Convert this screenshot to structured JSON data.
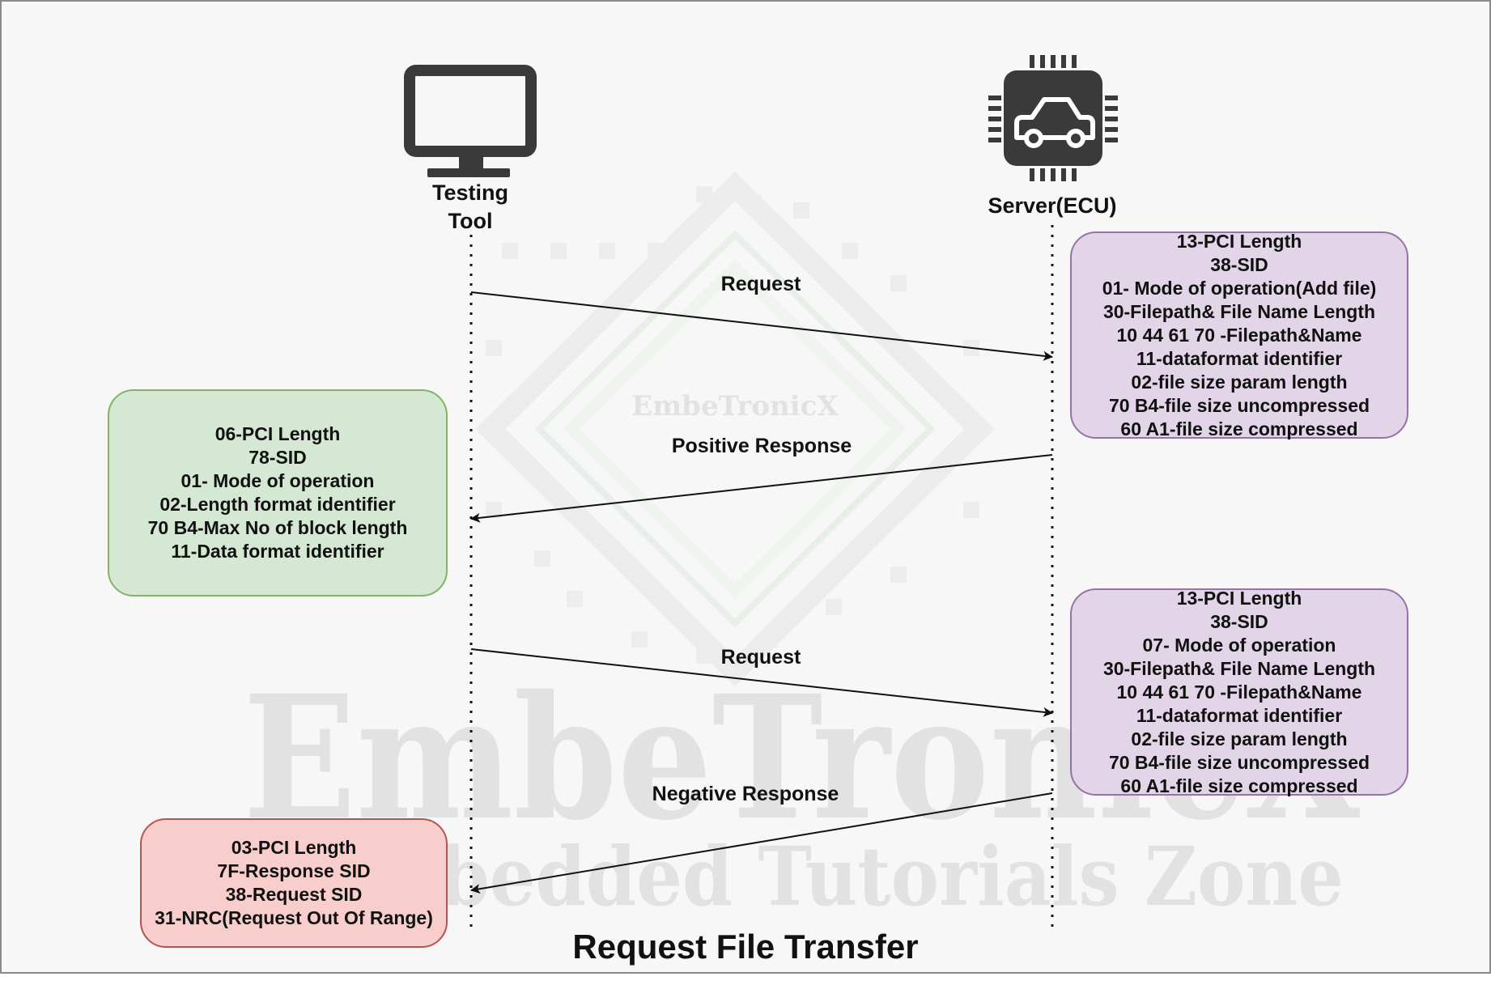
{
  "title": "Request File Transfer",
  "actors": {
    "client": {
      "icon": "monitor-icon",
      "label_line1": "Testing",
      "label_line2": "Tool"
    },
    "server": {
      "icon": "car-chip-icon",
      "label": "Server(ECU)"
    }
  },
  "messages": [
    {
      "label": "Request",
      "direction": "client-to-server"
    },
    {
      "label": "Positive Response",
      "direction": "server-to-client"
    },
    {
      "label": "Request",
      "direction": "client-to-server"
    },
    {
      "label": "Negative Response",
      "direction": "server-to-client"
    }
  ],
  "frames": {
    "request1": {
      "color": "#e1d5e7",
      "lines": [
        "13-PCI Length",
        "38-SID",
        "01- Mode of operation(Add file)",
        "30-Filepath& File Name Length",
        "10 44 61 70 -Filepath&Name",
        "11-dataformat identifier",
        "02-file size param length",
        "70 B4-file size uncompressed",
        "60 A1-file size compressed"
      ]
    },
    "positive_response": {
      "color": "#d5e8d4",
      "lines": [
        "06-PCI Length",
        "78-SID",
        "01- Mode of operation",
        "02-Length format identifier",
        "70 B4-Max No of block length",
        "11-Data format identifier"
      ]
    },
    "request2": {
      "color": "#e1d5e7",
      "lines": [
        "13-PCI Length",
        "38-SID",
        "07- Mode of operation",
        "30-Filepath& File Name Length",
        "10 44 61 70 -Filepath&Name",
        "11-dataformat identifier",
        "02-file size param length",
        "70 B4-file size uncompressed",
        "60 A1-file size compressed"
      ]
    },
    "negative_response": {
      "color": "#f8cecc",
      "lines": [
        "03-PCI Length",
        "7F-Response SID",
        "38-Request SID",
        "31-NRC(Request Out Of Range)"
      ]
    }
  },
  "watermark": {
    "brand": "EmbeTronicX",
    "big_text": "EmbeTronicX",
    "tagline": "Embedded Tutorials Zone"
  }
}
